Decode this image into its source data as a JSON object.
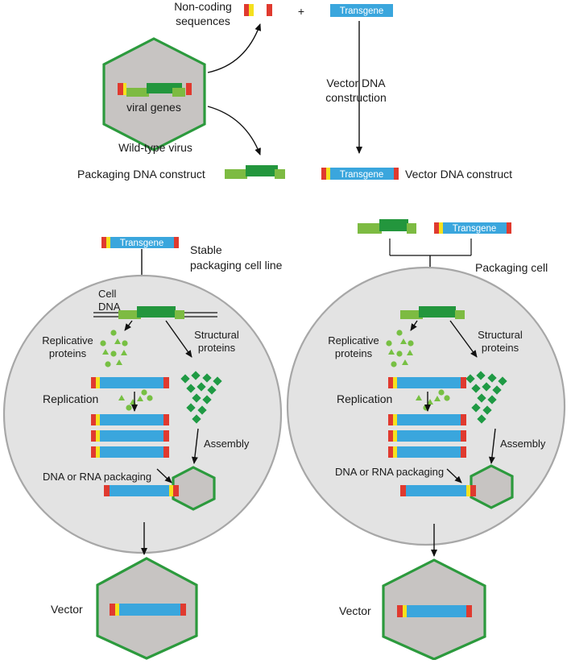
{
  "labels": {
    "non_coding": [
      "Non-coding",
      "sequences"
    ],
    "plus": "+",
    "transgene": "Transgene",
    "viral_genes": "viral genes",
    "wild_type_virus": "Wild-type virus",
    "vector_dna_construction": [
      "Vector DNA",
      "construction"
    ],
    "packaging_dna_construct": "Packaging DNA construct",
    "vector_dna_construct": "Vector DNA construct",
    "stable_packaging_cell_line": [
      "Stable",
      "packaging cell line"
    ],
    "packaging_cell": "Packaging cell",
    "cell_dna": [
      "Cell",
      "DNA"
    ],
    "replicative_proteins": [
      "Replicative",
      "proteins"
    ],
    "structural_proteins": [
      "Structural",
      "proteins"
    ],
    "replication": "Replication",
    "assembly": "Assembly",
    "packaging": "DNA or RNA packaging",
    "vector": "Vector"
  },
  "colors": {
    "itr_red": "#e03a2f",
    "itr_yellow": "#f5e11e",
    "transgene_blue": "#3aa6dd",
    "gene_light_green": "#7dbb42",
    "gene_dark_green": "#23963d",
    "protein_light_green": "#77c043",
    "protein_dark_green": "#1f9a44",
    "capsid_grey": "#c7c4c2",
    "capsid_outline": "#2c9a3d",
    "cell_fill": "#e3e3e3",
    "cell_outline": "#a7a7a7"
  }
}
